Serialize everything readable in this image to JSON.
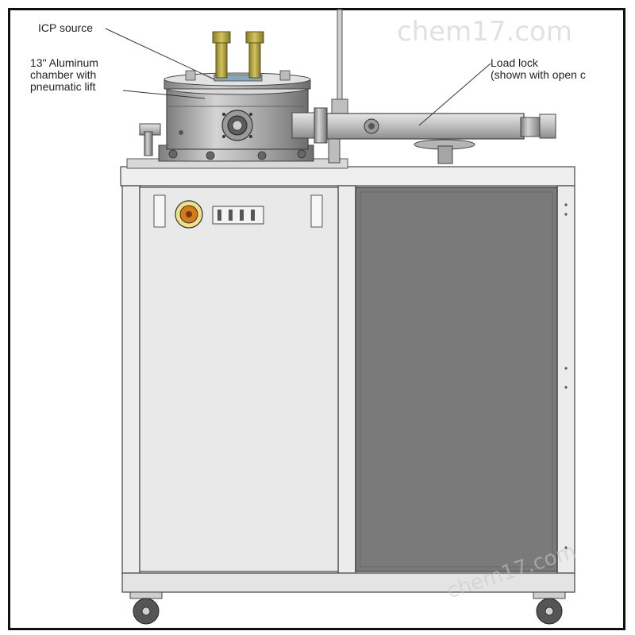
{
  "labels": {
    "icp_source": "ICP source",
    "chamber": [
      "13\" Aluminum",
      "chamber with",
      "pneumatic lift"
    ],
    "load_lock": [
      "Load lock",
      "(shown with open c"
    ]
  },
  "watermarks": {
    "top": "chem17.com",
    "bottom": "chem17.com"
  },
  "colors": {
    "frame": "#111111",
    "chamber_steel": "#a9a9a9",
    "source_tubes": "#b8a84a",
    "cabinet_left": "#e8e8e8",
    "cabinet_right_panel": "#7a7a7a",
    "estop": "#d47a1f"
  }
}
